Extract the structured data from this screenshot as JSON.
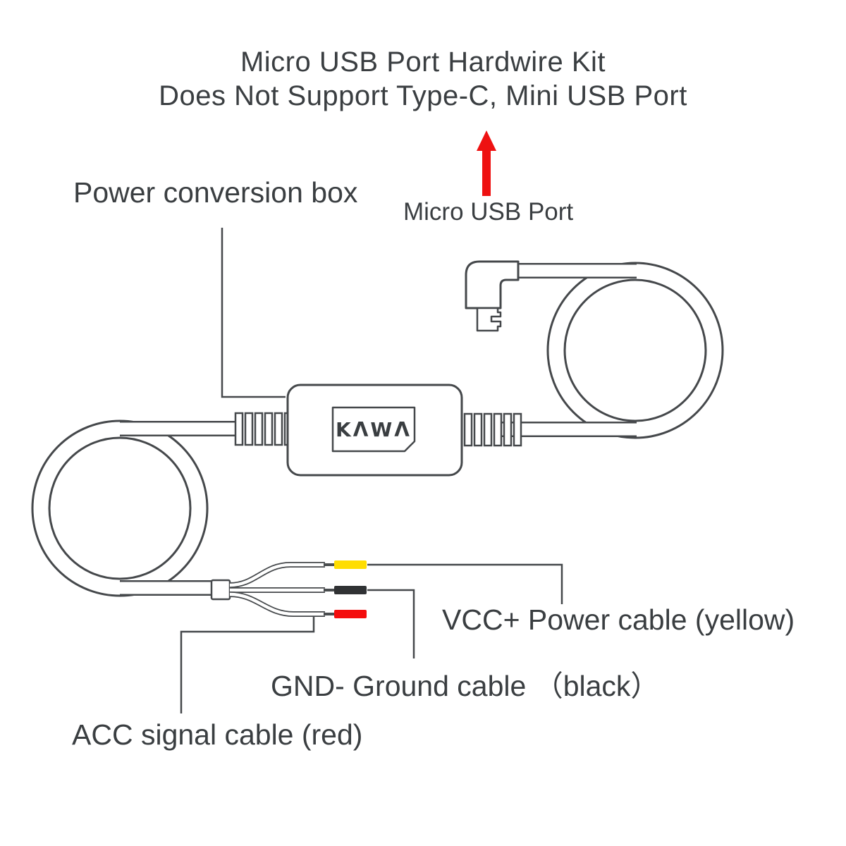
{
  "title": {
    "line1": "Micro USB Port Hardwire Kit",
    "line2": "Does Not Support Type-C, Mini USB Port"
  },
  "annotations": {
    "power_conversion_box": "Power conversion box",
    "micro_usb_port": "Micro USB Port",
    "vcc_cable": "VCC+ Power cable (yellow)",
    "gnd_cable": "GND- Ground cable （black）",
    "acc_cable": "ACC signal cable (red)"
  },
  "brand": {
    "name": "KAWA",
    "display": "KΛWΛ"
  },
  "arrow": {
    "name": "up-arrow",
    "direction": "up",
    "color": "#EE1111"
  },
  "colors": {
    "line": "#45484b",
    "text": "#3a3e41",
    "arrow_red": "#EE1111",
    "wire_tip_yellow": "#FFDD00",
    "wire_tip_black": "#303234",
    "wire_tip_red": "#F40D0D"
  }
}
